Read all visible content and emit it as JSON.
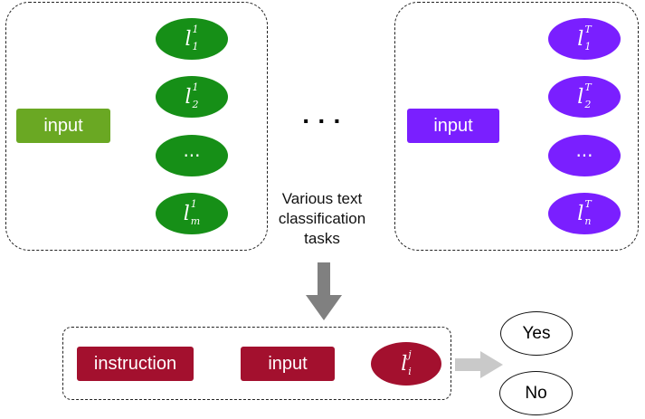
{
  "left_group": {
    "input_label": "input",
    "labels": [
      {
        "base": "l",
        "sup": "1",
        "sub": "1"
      },
      {
        "base": "l",
        "sup": "1",
        "sub": "2"
      },
      {
        "ellipsis": "···"
      },
      {
        "base": "l",
        "sup": "1",
        "sub": "m"
      }
    ]
  },
  "middle": {
    "ellipsis": "· · ·",
    "caption_lines": [
      "Various text",
      "classification",
      "tasks"
    ]
  },
  "right_group": {
    "input_label": "input",
    "labels": [
      {
        "base": "l",
        "sup": "T",
        "sub": "1"
      },
      {
        "base": "l",
        "sup": "T",
        "sub": "2"
      },
      {
        "ellipsis": "···"
      },
      {
        "base": "l",
        "sup": "T",
        "sub": "n"
      }
    ]
  },
  "bottom_group": {
    "instruction_label": "instruction",
    "input_label": "input",
    "label": {
      "base": "l",
      "sup": "j",
      "sub": "i"
    }
  },
  "outputs": {
    "yes": "Yes",
    "no": "No"
  },
  "colors": {
    "green_input": "#6aa823",
    "green_label": "#168f17",
    "purple": "#7a1fff",
    "red": "#a3102e",
    "arrow_gray": "#808080",
    "arrow_light_gray": "#c9c9c9"
  }
}
